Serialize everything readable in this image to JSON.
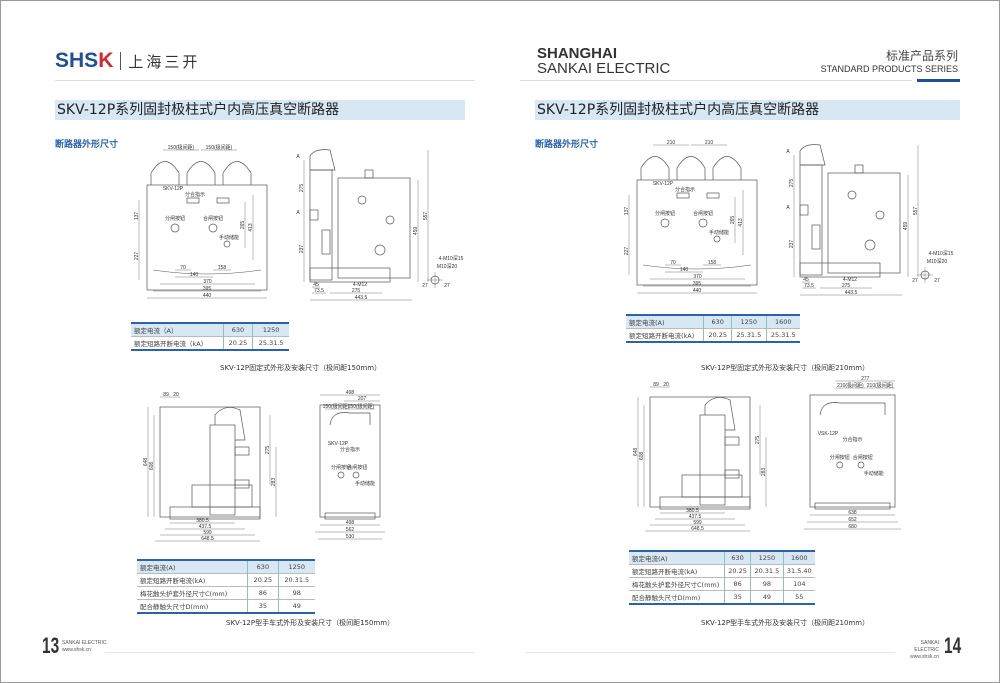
{
  "header": {
    "logo_latin": "SHSK",
    "logo_cn": "上海三开",
    "brand_line1": "SHANGHAI",
    "brand_line2": "SANKAI ELECTRIC",
    "series_cn": "标准产品系列",
    "series_en": "STANDARD PRODUCTS SERIES",
    "accent": "#1f4f96"
  },
  "left": {
    "title": "SKV-12P系列固封极柱式户内高压真空断路器",
    "subtitle": "断路器外形尺寸",
    "fig1": {
      "front_dims": [
        "150(极间距)",
        "150(极间距)",
        "137",
        "227",
        "413",
        "265",
        "70",
        "158",
        "140",
        "370",
        "395",
        "440"
      ],
      "front_labels": [
        "SKV-12P",
        "分合指示",
        "分闸按钮",
        "合闸按钮",
        "手动储能"
      ],
      "side_dims": [
        "A",
        "A",
        "275",
        "237",
        "459",
        "557",
        "45",
        "73.5",
        "275",
        "443.5",
        "4-M12"
      ],
      "detail_dims": [
        "4-M10深15",
        "M10深20",
        "27",
        "27"
      ],
      "caption": "SKV-12P固定式外形及安装尺寸（极间距150mm）",
      "table": {
        "rows": [
          [
            "额定电流（A）",
            "630",
            "1250"
          ],
          [
            "额定短路开断电流（kA）",
            "20.25",
            "25.31.5"
          ]
        ]
      }
    },
    "fig2": {
      "side_dims": [
        "89",
        "20",
        "648",
        "608",
        "275",
        "283",
        "380.5",
        "437.5",
        "599",
        "648.5"
      ],
      "front_dims": [
        "498",
        "207",
        "150(极间距)",
        "150(极间距)",
        "498",
        "562",
        "530"
      ],
      "front_labels": [
        "SKV-12P",
        "分合指示",
        "分闸按钮",
        "合闸按钮",
        "手动储能"
      ],
      "caption": "SKV-12P型手车式外形及安装尺寸（极间距150mm）",
      "table": {
        "rows": [
          [
            "额定电流(A)",
            "630",
            "1250"
          ],
          [
            "额定短路开断电流(kA)",
            "20.25",
            "20.31.5"
          ],
          [
            "梅花触头护套外径尺寸C(mm)",
            "86",
            "98"
          ],
          [
            "配合静触头尺寸D(mm)",
            "35",
            "49"
          ]
        ]
      }
    },
    "footer": {
      "page": "13",
      "brand": "SANKAI ELECTRIC",
      "url": "www.shsk.cn"
    }
  },
  "right": {
    "title": "SKV-12P系列固封极柱式户内高压真空断路器",
    "subtitle": "断路器外形尺寸",
    "fig1": {
      "front_dims": [
        "210",
        "210",
        "137",
        "227",
        "413",
        "265",
        "70",
        "158",
        "140",
        "370",
        "395",
        "440"
      ],
      "front_labels": [
        "SKV-12P",
        "分合指示",
        "分闸按钮",
        "合闸按钮",
        "手动储能"
      ],
      "side_dims": [
        "A",
        "A",
        "275",
        "237",
        "459",
        "557",
        "45",
        "73.5",
        "275",
        "443.5",
        "4-M12"
      ],
      "detail_dims": [
        "4-M10深15",
        "M10深20",
        "27",
        "27"
      ],
      "caption": "SKV-12P型固定式外形及安装尺寸（极间距210mm）",
      "table": {
        "rows": [
          [
            "额定电流(A)",
            "630",
            "1250",
            "1600"
          ],
          [
            "额定短路开断电流(kA)",
            "20.25",
            "25.31.5",
            "25.31.5"
          ]
        ]
      }
    },
    "fig2": {
      "side_dims": [
        "89",
        "20",
        "648",
        "608",
        "275",
        "283",
        "380.5",
        "437.5",
        "599",
        "648.5"
      ],
      "front_dims": [
        "277",
        "210(极间距)",
        "210(极间距)",
        "638",
        "652",
        "680"
      ],
      "front_labels": [
        "VSK-12P",
        "分合指示",
        "分闸按钮",
        "合闸按钮",
        "手动储能"
      ],
      "caption": "SKV-12P型手车式外形及安装尺寸（极间距210mm）",
      "table": {
        "rows": [
          [
            "额定电流(A)",
            "630",
            "1250",
            "1600"
          ],
          [
            "额定短路开断电流(kA)",
            "20.25",
            "20.31.5",
            "31.5.40"
          ],
          [
            "梅花触头护套外径尺寸C(mm)",
            "86",
            "98",
            "104"
          ],
          [
            "配合静触头尺寸D(mm)",
            "35",
            "49",
            "55"
          ]
        ]
      }
    },
    "footer": {
      "page": "14",
      "brand": "SANKAI ELECTRIC",
      "url": "www.shsk.cn"
    }
  }
}
